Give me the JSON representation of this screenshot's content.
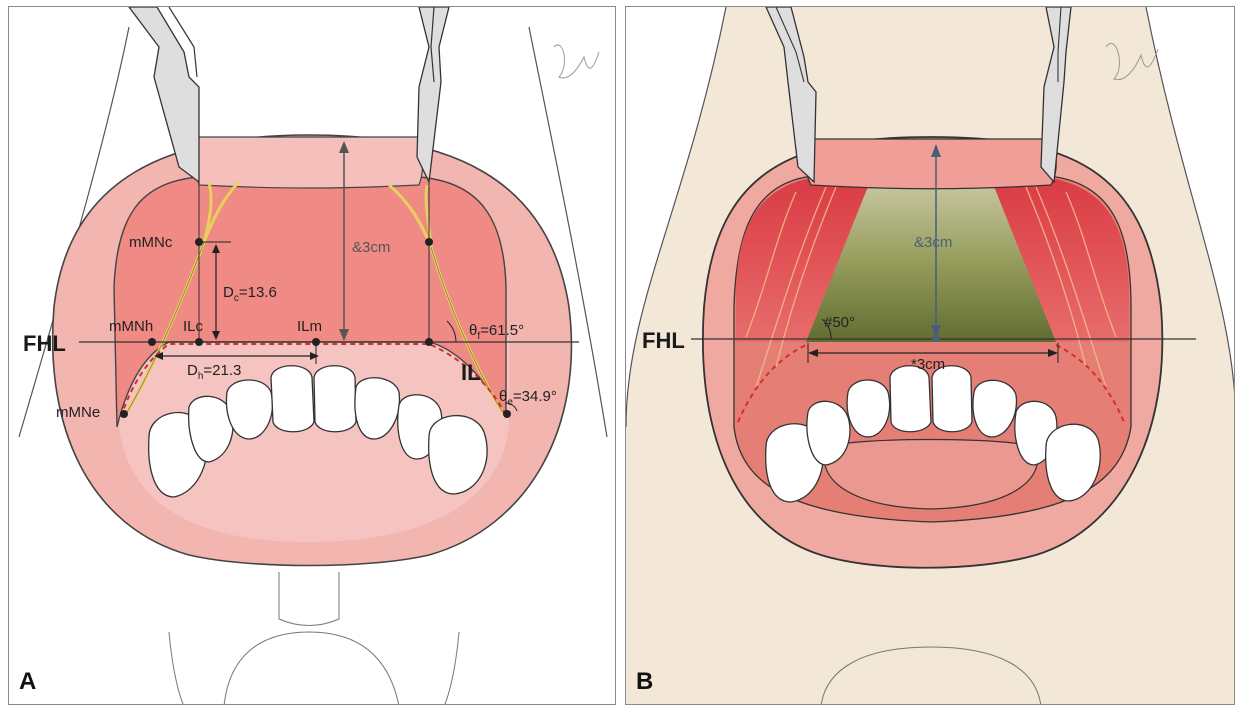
{
  "panel_a": {
    "letter": "A",
    "labels": {
      "fhl": "FHL",
      "il": "IL",
      "mmnc": "mMNc",
      "mmnh": "mMNh",
      "mmne": "mMNe",
      "ilc": "ILc",
      "ilm": "ILm",
      "depth": "&3cm",
      "dc_base": "D",
      "dc_sub": "c",
      "dc_val": "=13.6",
      "dh_base": "D",
      "dh_sub": "h",
      "dh_val": "=21.3",
      "theta_f_base": "θ",
      "theta_f_sub": "f",
      "theta_f_val": "=61.5°",
      "theta_e_base": "θ",
      "theta_e_sub": "e",
      "theta_e_val": "=34.9°"
    }
  },
  "panel_b": {
    "letter": "B",
    "labels": {
      "fhl": "FHL",
      "depth": "&3cm",
      "angle": "#50°",
      "width": "*3cm"
    }
  },
  "colors": {
    "lip": "#f2b5b0",
    "lip_dark": "#e8968f",
    "mucosa": "#ef8a84",
    "floor": "#f5c4c0",
    "nerve": "#e8d060",
    "zone_green": "#6f8a3a",
    "zone_red": "#d9343f",
    "skin": "#f3e7d8"
  }
}
